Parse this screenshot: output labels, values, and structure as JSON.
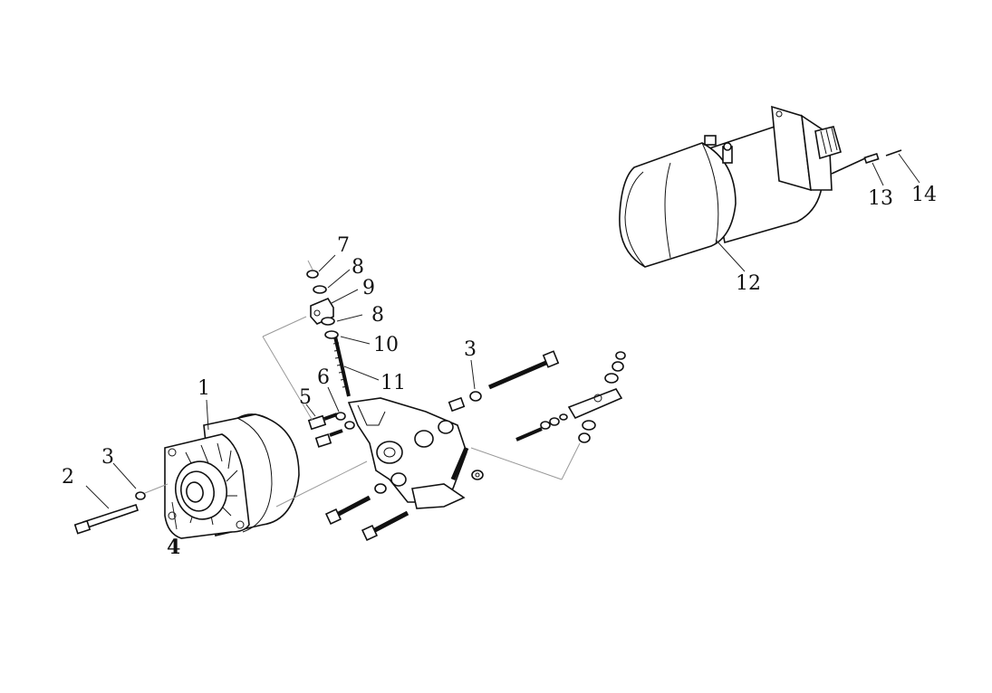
{
  "callouts": [
    {
      "id": "1",
      "label": "1"
    },
    {
      "id": "2",
      "label": "2"
    },
    {
      "id": "3a",
      "label": "3"
    },
    {
      "id": "4",
      "label": "4"
    },
    {
      "id": "5",
      "label": "5"
    },
    {
      "id": "6",
      "label": "6"
    },
    {
      "id": "7",
      "label": "7"
    },
    {
      "id": "8a",
      "label": "8"
    },
    {
      "id": "9",
      "label": "9"
    },
    {
      "id": "8b",
      "label": "8"
    },
    {
      "id": "10",
      "label": "10"
    },
    {
      "id": "11",
      "label": "11"
    },
    {
      "id": "3b",
      "label": "3"
    },
    {
      "id": "12",
      "label": "12"
    },
    {
      "id": "13",
      "label": "13"
    },
    {
      "id": "14",
      "label": "14"
    }
  ]
}
